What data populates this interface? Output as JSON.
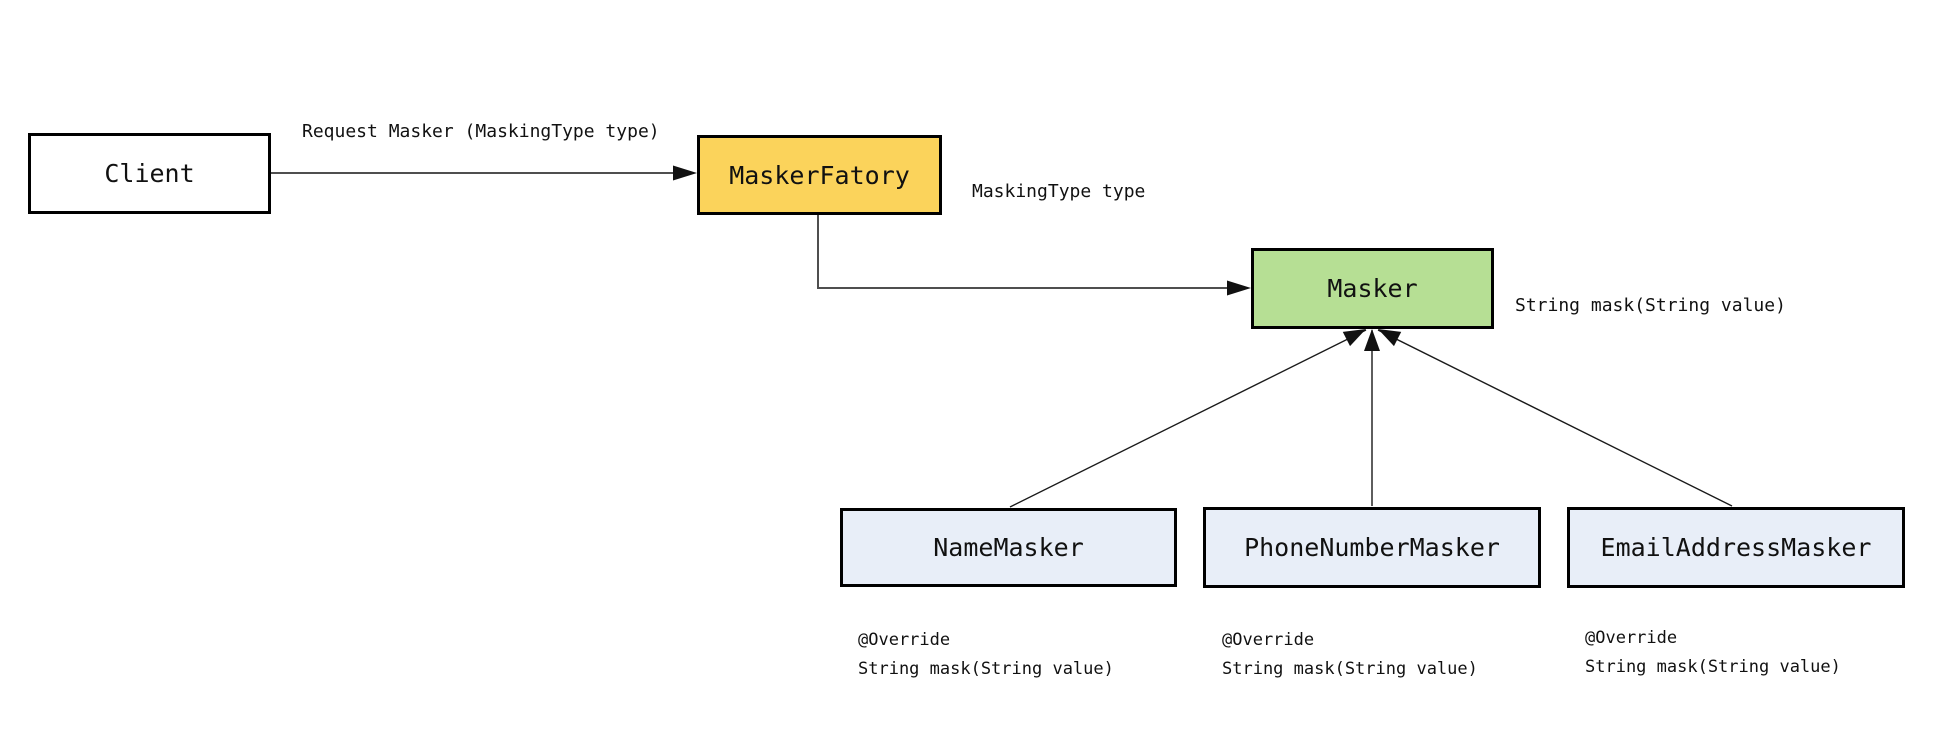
{
  "nodes": {
    "client": {
      "label": "Client",
      "fill": "#ffffff"
    },
    "factory": {
      "label": "MaskerFatory",
      "fill": "#fbd35b"
    },
    "masker": {
      "label": "Masker",
      "fill": "#b6df94"
    },
    "name_masker": {
      "label": "NameMasker",
      "fill": "#e8eef8"
    },
    "phone_masker": {
      "label": "PhoneNumberMasker",
      "fill": "#e8eef8"
    },
    "email_masker": {
      "label": "EmailAddressMasker",
      "fill": "#e8eef8"
    }
  },
  "edge_labels": {
    "request": "Request Masker (MaskingType type)",
    "masking_type": "MaskingType type",
    "mask_signature": "String mask(String value)"
  },
  "annotations": [
    {
      "line1": "@Override",
      "line2": "String mask(String value)"
    },
    {
      "line1": "@Override",
      "line2": "String mask(String value)"
    },
    {
      "line1": "@Override",
      "line2": "String mask(String value)"
    }
  ],
  "colors": {
    "background": "#ffffff",
    "border": "#000000",
    "connector": "#4f4f4f",
    "inheritance_line": "#1a1a1a",
    "arrowhead": "#111111",
    "text": "#111111"
  }
}
